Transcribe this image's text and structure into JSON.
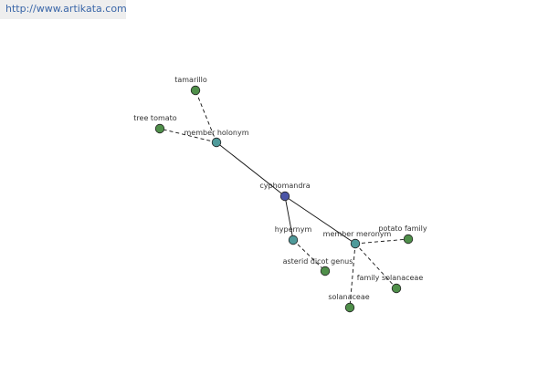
{
  "watermark": {
    "text": "http://www.artikata.com"
  },
  "graph": {
    "colors": {
      "center": "#4a54a6",
      "relation": "#4f9a9a",
      "leaf": "#4f8f4a",
      "edge": "#111111"
    },
    "nodes": [
      {
        "id": "cyphomandra",
        "label": "cyphomandra",
        "kind": "center"
      },
      {
        "id": "member-holonym",
        "label": "member holonym",
        "kind": "relation"
      },
      {
        "id": "hypernym",
        "label": "hypernym",
        "kind": "relation"
      },
      {
        "id": "member-meronym",
        "label": "member meronym",
        "kind": "relation"
      },
      {
        "id": "tamarillo",
        "label": "tamarillo",
        "kind": "leaf"
      },
      {
        "id": "tree-tomato",
        "label": "tree tomato",
        "kind": "leaf"
      },
      {
        "id": "asterid-dicot-genus",
        "label": "asterid dicot genus",
        "kind": "leaf"
      },
      {
        "id": "potato-family",
        "label": "potato family",
        "kind": "leaf"
      },
      {
        "id": "family-solanaceae",
        "label": "family solanaceae",
        "kind": "leaf"
      },
      {
        "id": "solanaceae",
        "label": "solanaceae",
        "kind": "leaf"
      }
    ],
    "edges": [
      {
        "from": "cyphomandra",
        "to": "member-holonym",
        "style": "solid"
      },
      {
        "from": "cyphomandra",
        "to": "hypernym",
        "style": "solid"
      },
      {
        "from": "cyphomandra",
        "to": "member-meronym",
        "style": "solid"
      },
      {
        "from": "member-holonym",
        "to": "tamarillo",
        "style": "dashed"
      },
      {
        "from": "member-holonym",
        "to": "tree-tomato",
        "style": "dashed"
      },
      {
        "from": "hypernym",
        "to": "asterid-dicot-genus",
        "style": "dashed"
      },
      {
        "from": "member-meronym",
        "to": "potato-family",
        "style": "dashed"
      },
      {
        "from": "member-meronym",
        "to": "family-solanaceae",
        "style": "dashed"
      },
      {
        "from": "member-meronym",
        "to": "solanaceae",
        "style": "dashed"
      }
    ]
  }
}
